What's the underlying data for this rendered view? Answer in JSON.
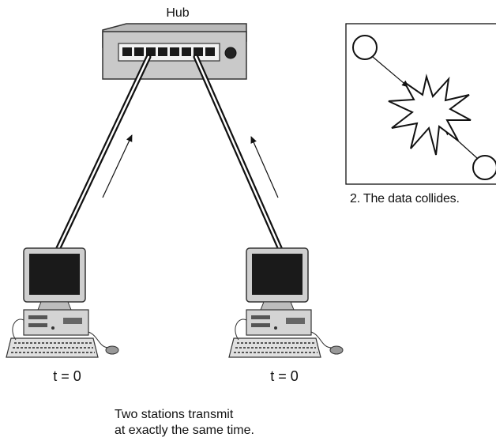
{
  "hub_label": "Hub",
  "time_left": "t = 0",
  "time_right": "t = 0",
  "caption": {
    "line1": "Two stations transmit",
    "line2": "at exactly the same time."
  },
  "inset_caption": "2. The data collides."
}
